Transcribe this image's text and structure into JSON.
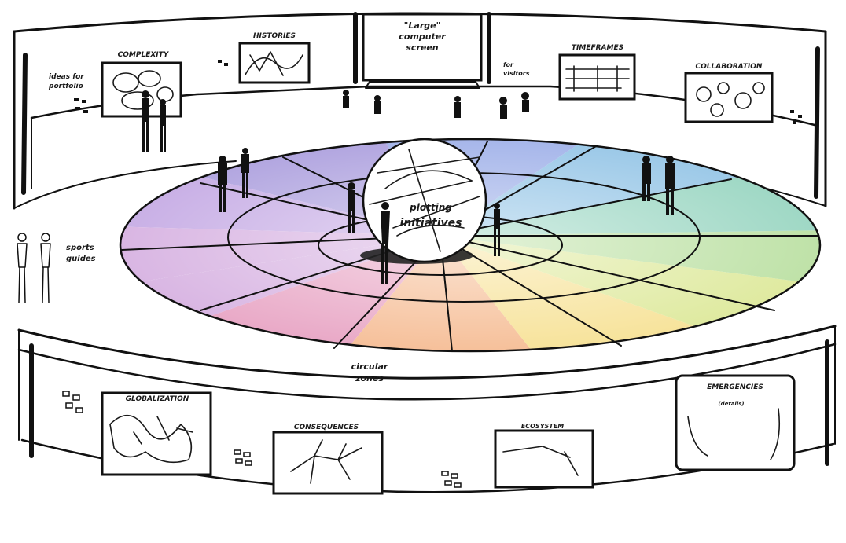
{
  "labels": {
    "large_computer_screen": [
      "\"Large\"",
      "computer",
      "screen"
    ],
    "complexity": "COMPLEXITY",
    "histories": "HISTORIES",
    "timeframes": "TIMEFRAMES",
    "collaboration": "COLLABORATION",
    "ideas_for_portfolio": [
      "ideas for",
      "portfolio"
    ],
    "for_visitors": [
      "for",
      "visitors"
    ],
    "globalization": "GLOBALIZATION",
    "consequences": "CONSEQUENCES",
    "ecosystem": "ECOSYSTEM",
    "emergencies": "EMERGENCIES",
    "sports_guides": [
      "sports",
      "guides"
    ],
    "plotting_initiatives": [
      "plotting",
      "initiatives"
    ],
    "circular_zones": [
      "circular",
      "zones"
    ],
    "more_subtitle": "(details)"
  },
  "floor_segment_colors": [
    "#d9b6e3",
    "#e9a9c7",
    "#f6c09a",
    "#f7e39b",
    "#dfeaa0",
    "#bfe2a8",
    "#9fd8c5",
    "#9cc9e8",
    "#a6b6ea",
    "#b2a6e0",
    "#c9b0e6"
  ],
  "ink_color": "#111111"
}
